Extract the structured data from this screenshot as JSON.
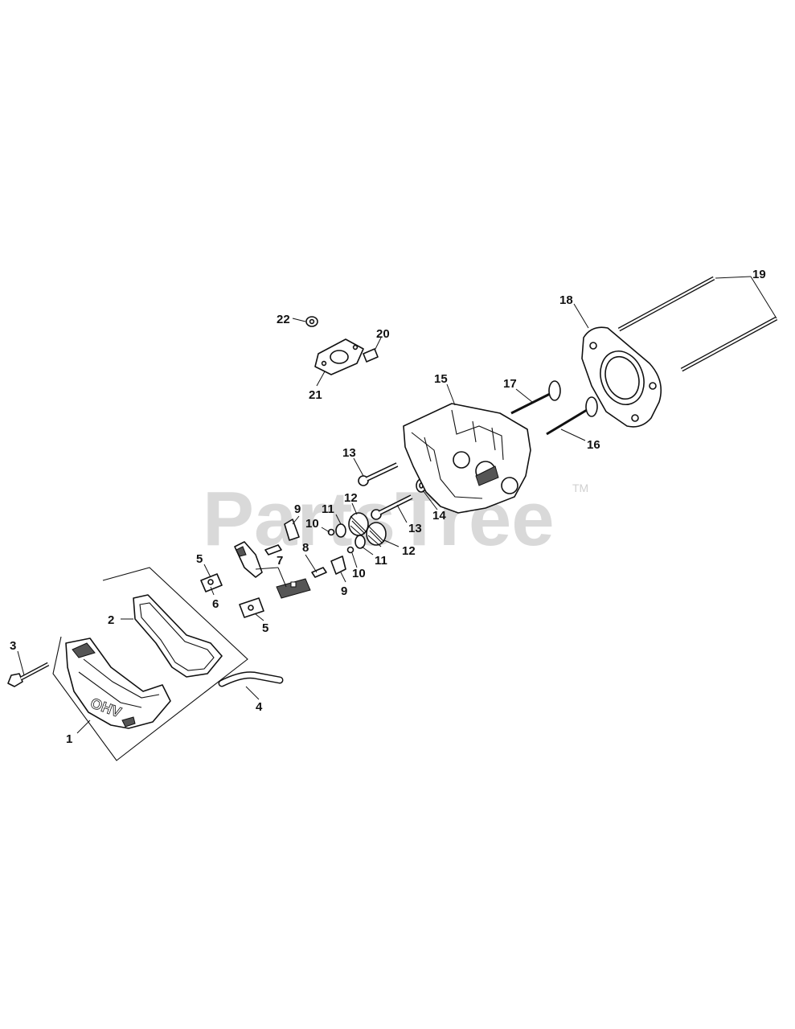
{
  "watermark": {
    "brand": "PartsTree",
    "trademark": "TM"
  },
  "callouts": [
    "1",
    "2",
    "3",
    "4",
    "5",
    "5",
    "6",
    "7",
    "8",
    "9",
    "9",
    "10",
    "10",
    "11",
    "11",
    "12",
    "12",
    "13",
    "13",
    "14",
    "15",
    "16",
    "17",
    "18",
    "19",
    "20",
    "21",
    "22"
  ],
  "colors": {
    "line": "#111111",
    "background": "#ffffff",
    "watermark": "#d9d9d9"
  }
}
